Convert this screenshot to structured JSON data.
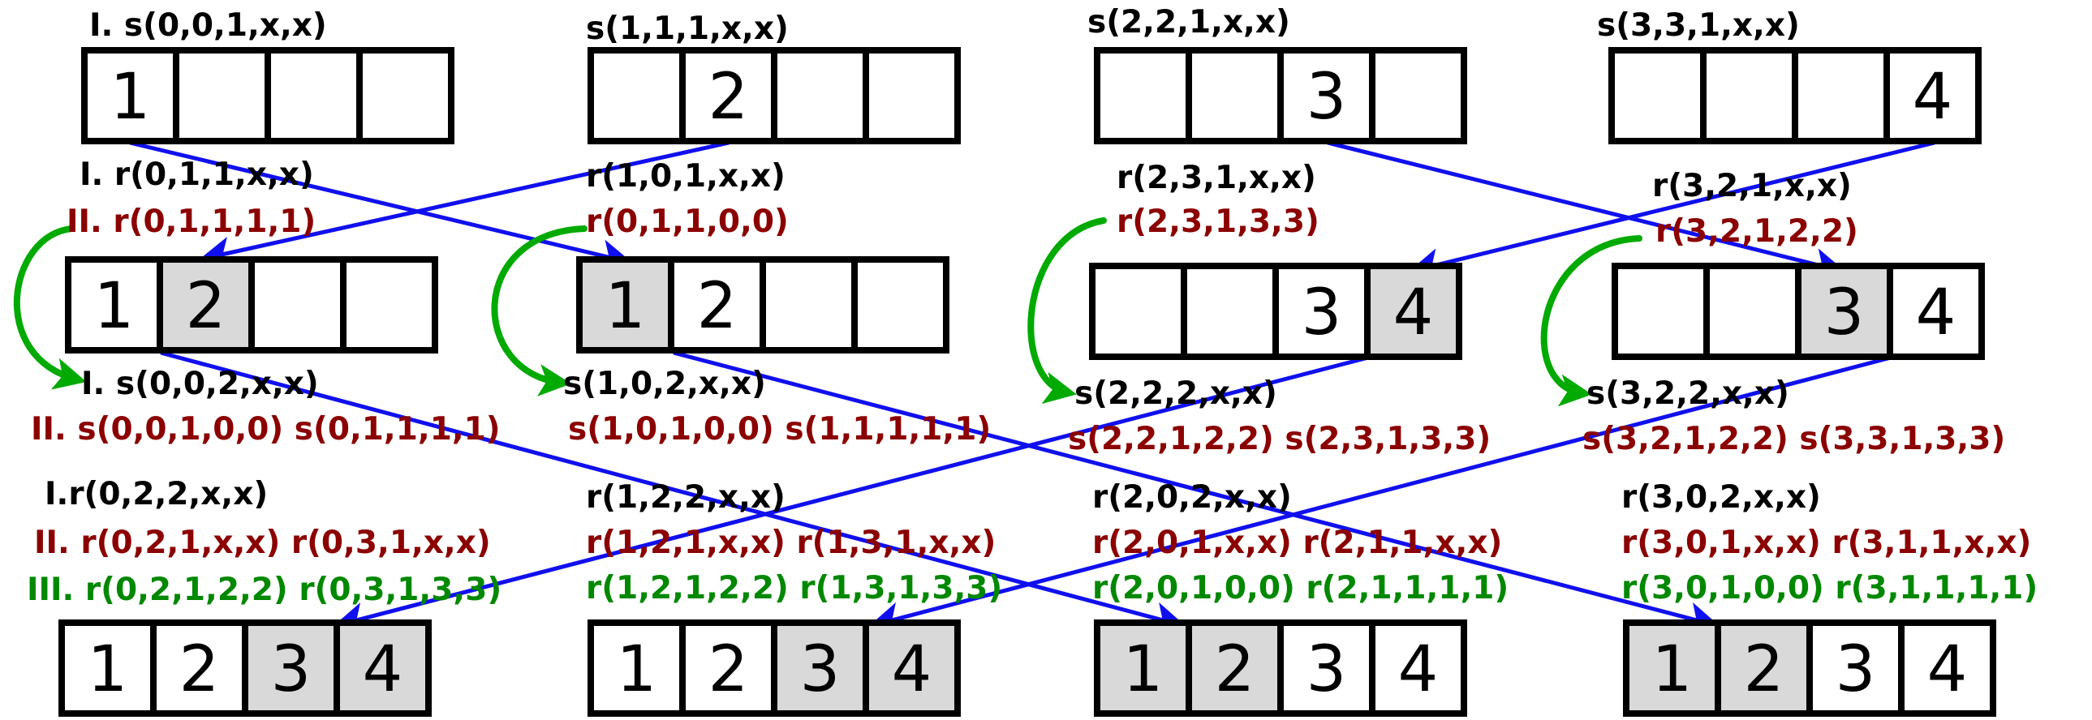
{
  "colors": {
    "black": "#000000",
    "red": "#8b0000",
    "green": "#008800",
    "blue": "#1010ee",
    "arc_green": "#00aa00",
    "shaded": "#d9d9d9",
    "white": "#ffffff"
  },
  "arrays": [
    {
      "id": "a1",
      "cells": [
        "1",
        "",
        "",
        ""
      ],
      "shaded": [
        false,
        false,
        false,
        false
      ]
    },
    {
      "id": "a2",
      "cells": [
        "",
        "2",
        "",
        ""
      ],
      "shaded": [
        false,
        false,
        false,
        false
      ]
    },
    {
      "id": "a3",
      "cells": [
        "",
        "",
        "3",
        ""
      ],
      "shaded": [
        false,
        false,
        false,
        false
      ]
    },
    {
      "id": "a4",
      "cells": [
        "",
        "",
        "",
        "4"
      ],
      "shaded": [
        false,
        false,
        false,
        false
      ]
    },
    {
      "id": "b1",
      "cells": [
        "1",
        "2",
        "",
        ""
      ],
      "shaded": [
        false,
        true,
        false,
        false
      ]
    },
    {
      "id": "b2",
      "cells": [
        "1",
        "2",
        "",
        ""
      ],
      "shaded": [
        true,
        false,
        false,
        false
      ]
    },
    {
      "id": "b3",
      "cells": [
        "",
        "",
        "3",
        "4"
      ],
      "shaded": [
        false,
        false,
        false,
        true
      ]
    },
    {
      "id": "b4",
      "cells": [
        "",
        "",
        "3",
        "4"
      ],
      "shaded": [
        false,
        false,
        true,
        false
      ]
    },
    {
      "id": "c1",
      "cells": [
        "1",
        "2",
        "3",
        "4"
      ],
      "shaded": [
        false,
        false,
        true,
        true
      ]
    },
    {
      "id": "c2",
      "cells": [
        "1",
        "2",
        "3",
        "4"
      ],
      "shaded": [
        false,
        false,
        true,
        true
      ]
    },
    {
      "id": "c3",
      "cells": [
        "1",
        "2",
        "3",
        "4"
      ],
      "shaded": [
        true,
        true,
        false,
        false
      ]
    },
    {
      "id": "c4",
      "cells": [
        "1",
        "2",
        "3",
        "4"
      ],
      "shaded": [
        true,
        true,
        false,
        false
      ]
    }
  ],
  "labels": {
    "s_top_1": "I. s(0,0,1,x,x)",
    "s_top_2": "s(1,1,1,x,x)",
    "s_top_3": "s(2,2,1,x,x)",
    "s_top_4": "s(3,3,1,x,x)",
    "r1_i": "I. r(0,1,1,x,x)",
    "r1_ii": "II. r(0,1,1,1,1)",
    "r2_i": "r(1,0,1,x,x)",
    "r2_ii": "r(0,1,1,0,0)",
    "r3_i": "r(2,3,1,x,x)",
    "r3_ii": "r(2,3,1,3,3)",
    "r4_i": "r(3,2,1,x,x)",
    "r4_ii": "r(3,2,1,2,2)",
    "s1_i": "I. s(0,0,2,x,x)",
    "s1_ii": "II. s(0,0,1,0,0) s(0,1,1,1,1)",
    "s2_i": "s(1,0,2,x,x)",
    "s2_ii": "s(1,0,1,0,0) s(1,1,1,1,1)",
    "s3_i": "s(2,2,2,x,x)",
    "s3_ii": "s(2,2,1,2,2) s(2,3,1,3,3)",
    "s4_i": "s(3,2,2,x,x)",
    "s4_ii": "s(3,2,1,2,2) s(3,3,1,3,3)",
    "rb1_i": "I.r(0,2,2,x,x)",
    "rb1_ii": "II. r(0,2,1,x,x) r(0,3,1,x,x)",
    "rb1_iii": "III. r(0,2,1,2,2) r(0,3,1,3,3)",
    "rb2_i": "r(1,2,2,x,x)",
    "rb2_ii": "r(1,2,1,x,x) r(1,3,1,x,x)",
    "rb2_iii": "r(1,2,1,2,2) r(1,3,1,3,3)",
    "rb3_i": "r(2,0,2,x,x)",
    "rb3_ii": "r(2,0,1,x,x) r(2,1,1,x,x)",
    "rb3_iii": "r(2,0,1,0,0) r(2,1,1,1,1)",
    "rb4_i": "r(3,0,2,x,x)",
    "rb4_ii": "r(3,0,1,x,x) r(3,1,1,x,x)",
    "rb4_iii": "r(3,0,1,0,0) r(3,1,1,1,1)"
  }
}
